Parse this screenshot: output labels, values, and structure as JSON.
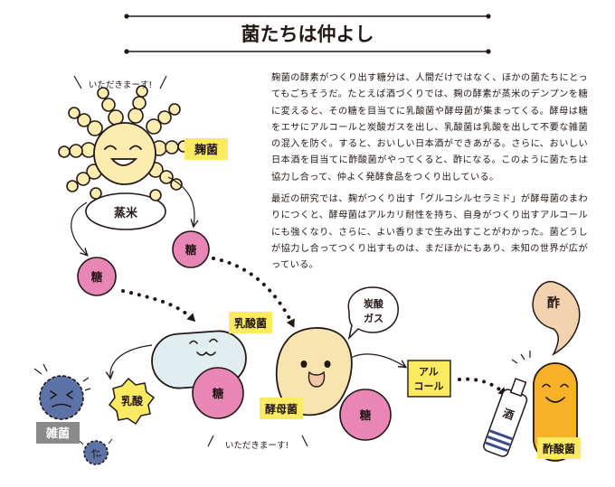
{
  "title": "菌たちは仲よし",
  "paragraphs": [
    "麹菌の酵素がつくり出す糖分は、人間だけではなく、ほかの菌たちにとってもごちそうだ。たとえば酒づくりでは、麹の酵素が蒸米のデンプンを糖に変えると、その糖を目当てに乳酸菌や酵母菌が集まってくる。酵母は糖をエサにアルコールと炭酸ガスを出し、乳酸菌は乳酸を出して不要な雑菌の混入を防ぐ。すると、おいしい日本酒ができあがる。さらに、おいしい日本酒を目当てに酢酸菌がやってくると、酢になる。このように菌たちは協力し合って、仲よく発酵食品をつくり出している。",
    "最近の研究では、麹がつくり出す「グルコシルセラミド」が酵母菌のまわりにつくと、酵母菌はアルカリ耐性を持ち、自身がつくり出すアルコールにも強くなり、さらに、よい香りまで生み出すことがわかった。菌どうしが協力し合ってつくり出すものは、まだほかにもあり、未知の世界が広がっている。"
  ],
  "labels": {
    "koji": "麹菌",
    "steamed_rice": "蒸米",
    "sugar": "糖",
    "lactic_bacteria": "乳酸菌",
    "lactic_acid": "乳酸",
    "germ": "雑菌",
    "yeast": "酵母菌",
    "carbon_dioxide_line1": "炭酸",
    "carbon_dioxide_line2": "ガス",
    "alcohol_line1": "アル",
    "alcohol_line2": "コール",
    "acetic_bacteria": "酢酸菌",
    "sake": "酒",
    "vinegar": "酢",
    "itadakimasu": "いただきまーす!",
    "ta": "た"
  },
  "colors": {
    "koji_fill": "#fcecb0",
    "sugar_fill": "#e887b6",
    "lactic_fill": "#e0eef0",
    "yeast_fill": "#f8e4b0",
    "label_yellow": "#fbea62",
    "germ_fill": "#5c73a8",
    "acetic_fill": "#f7b228",
    "vinegar_fill": "#f3d2b0"
  }
}
